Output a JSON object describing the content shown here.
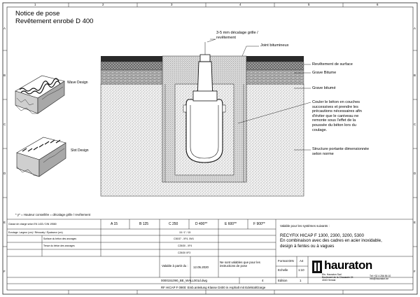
{
  "title": {
    "line1": "Notice de pose",
    "line2": "Revêtement enrobé D 400"
  },
  "grid": {
    "top_numbers": [
      "1",
      "2",
      "3",
      "4",
      "5",
      "6"
    ],
    "side_letters": [
      "A",
      "B",
      "C",
      "D",
      "E",
      "F"
    ]
  },
  "left_images": {
    "wave_label": "Wave Design",
    "slot_label": "Slot Design"
  },
  "annotations": {
    "gap": "3-5 mm décalage grille / revêtement",
    "joint": "Joint bitumineux",
    "surface": "Revêtement de surface",
    "grave_bitume": "Grave Bitume",
    "grave_bitume2": "Grave bitumé",
    "concrete_l1": "Couler le béton en couches",
    "concrete_l2": "successives et prendre les",
    "concrete_l3": "précautions nécessaires afin",
    "concrete_l4": "d'éviter que le caniveau ne",
    "concrete_l5": "remonte sous l'effet de la",
    "concrete_l6": "poussée du béton lors du",
    "concrete_l7": "coulage.",
    "structure_l1": "Structure portante dimensionnée",
    "structure_l2": "selon norme"
  },
  "footnote": "* y* = Hauteur conseillée = décalage grille / revêtement",
  "classes": {
    "row_label": "Classe de charge selon EN 1433 / DIN 19580",
    "headers": [
      "A 15",
      "B 125",
      "C 250",
      "D 400**",
      "E 600**",
      "F 900**"
    ],
    "row2_label": "Ecrotage. Largeur (cm) / Rénovaty / Épaisseur (cm)",
    "row2_val": "15 / 1\" / 15",
    "row3_label": "Surface du béton des ancrages",
    "row3_val": "C30/37 - XF4, XM1",
    "row4_label": "Tenue du béton des ancrages",
    "row4_val": "C25/30 - XF4",
    "row5_val": "C25/30 XF3"
  },
  "systems": {
    "heading": "Valable pour les systèmes suivants :",
    "line1": "RECYFIX HICAP F 1300, 2300, 3200, 5300",
    "line2": "En combinaison avec des cadres en acier inoxidable,",
    "line3": "design à fentes ou à vagues"
  },
  "footer": {
    "valid_label": "Valable à partir du :",
    "date": "12.05.2020",
    "not_valid": "Ne sont valables que pour les instructions de pose",
    "drawing_no": "0000151090_BE_WALL001d.dwg",
    "sheet_no": "4",
    "format_label": "Format DIN",
    "format_val": "A4",
    "scale_label": "Echelle",
    "scale_val": "1:10",
    "edition_label": "Edition",
    "edition_val": "1",
    "caption": "RF HICAP F 0900: Einb.anleitung Klasse D400 in Asphalt mit Edelstahlzarge",
    "logo_text": "hauraton",
    "company_l1": "Ets. Hauraton Sarl",
    "company_l2": "Boulevard de la Chaussée 24",
    "company_l3": "4040 Herstal",
    "phone": "Tél +32 4 256 56 10",
    "email": "info@hauraton.be"
  },
  "colors": {
    "line": "#1a1a1a",
    "asphalt_dark": "#2a2a2a",
    "concrete": "#d9d9d9",
    "ground": "#e8e8e8"
  }
}
